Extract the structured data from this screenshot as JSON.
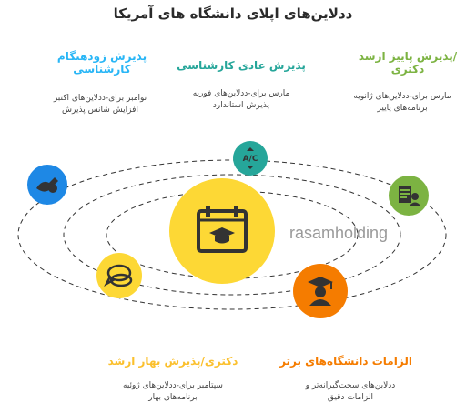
{
  "title": "ددلاین‌های اپلای دانشگاه های آمریکا",
  "watermark": "rasamholding",
  "colors": {
    "green": "#7cb342",
    "teal": "#26a69a",
    "blue": "#1e88e5",
    "cyan": "#29b6f6",
    "yellow": "#fdd835",
    "orange": "#f57c00",
    "dark": "#333333"
  },
  "items": {
    "top_right": {
      "heading": "/پذیرش پاییز ارشد دکتری",
      "desc1": "مارس برای-ددلاین‌های ژانویه",
      "desc2": "برنامه‌های پاییز"
    },
    "top_center": {
      "heading": "پذیرش عادی کارشناسی",
      "desc1": "مارس برای-ددلاین‌های فوریه",
      "desc2": "پذیرش استاندارد"
    },
    "top_left": {
      "heading": "پذیرش زودهنگام کارشناسی",
      "desc1": "نوامبر برای-ددلاین‌های اکتبر",
      "desc2": "افزایش شانس پذیرش"
    },
    "bottom_left": {
      "heading": "دکتری/پذیرش بهار ارشد",
      "desc1": "سپتامبر برای-ددلاین‌های ژوئیه",
      "desc2": "برنامه‌های بهار"
    },
    "bottom_right": {
      "heading": "الزامات دانشگاه‌های برتر",
      "desc1": "ددلاین‌های سخت‌گیرانه‌تر و",
      "desc2": "الزامات دقیق"
    }
  },
  "icons": {
    "top_center": "grade-ac-icon",
    "right": "document-person-icon",
    "left": "handshake-icon",
    "bottom_left": "chat-bubbles-icon",
    "bottom_right": "graduate-icon",
    "center": "calendar-graduation-icon",
    "grade_text": "A/C"
  }
}
